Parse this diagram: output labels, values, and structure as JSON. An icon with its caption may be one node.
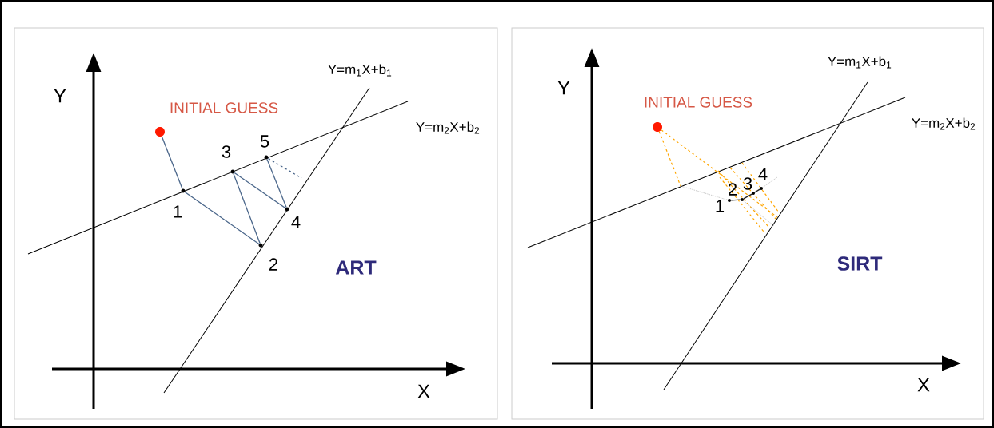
{
  "diagram": {
    "nodes": [
      {
        "text": [],
        "shape": "circle",
        "beside": [
          "INITIAL GUESS"
        ]
      },
      {
        "text": [],
        "shape": "circle",
        "beside": [
          "1"
        ]
      },
      {
        "text": [],
        "shape": "circle",
        "beside": [
          "2"
        ]
      },
      {
        "text": [],
        "shape": "circle",
        "beside": [
          "3"
        ]
      },
      {
        "text": [],
        "shape": "circle",
        "beside": [
          "4"
        ]
      },
      {
        "text": [],
        "shape": "circle",
        "beside": [
          "5"
        ]
      },
      {
        "text": [],
        "shape": "circle",
        "beside": [
          "INITIAL GUESS"
        ]
      },
      {
        "text": [],
        "shape": "circle",
        "beside": [
          "1"
        ]
      },
      {
        "text": [],
        "shape": "circle",
        "beside": [
          "2"
        ]
      },
      {
        "text": [],
        "shape": "circle",
        "beside": [
          "3"
        ]
      },
      {
        "text": [],
        "shape": "circle",
        "beside": [
          "4"
        ]
      }
    ],
    "edges": [
      {
        "from": 0,
        "to": 1,
        "arrow": "none"
      },
      {
        "from": 1,
        "to": 2,
        "arrow": "none"
      },
      {
        "from": 2,
        "to": 3,
        "arrow": "none"
      },
      {
        "from": 3,
        "to": 4,
        "arrow": "none"
      },
      {
        "from": 4,
        "to": 5,
        "arrow": "none"
      },
      {
        "from": 5,
        "to": null,
        "arrow": "none",
        "style": "dashed"
      },
      {
        "from": 7,
        "to": 8,
        "arrow": "none",
        "color": "#222222"
      },
      {
        "from": 8,
        "to": 9,
        "arrow": "none",
        "color": "#222222"
      },
      {
        "from": 9,
        "to": 10,
        "arrow": "none",
        "color": "#222222"
      }
    ],
    "labels": [
      "Y=m$_{1}$X+b$_{1}$",
      "Y",
      "Y=m$_{2}$X+b$_{2}$",
      "ART",
      "X",
      "Y=m$_{1}$X+b$_{1}$",
      "Y",
      "Y=m$_{2}$X+b$_{2}$",
      "SIRT",
      "X"
    ]
  }
}
